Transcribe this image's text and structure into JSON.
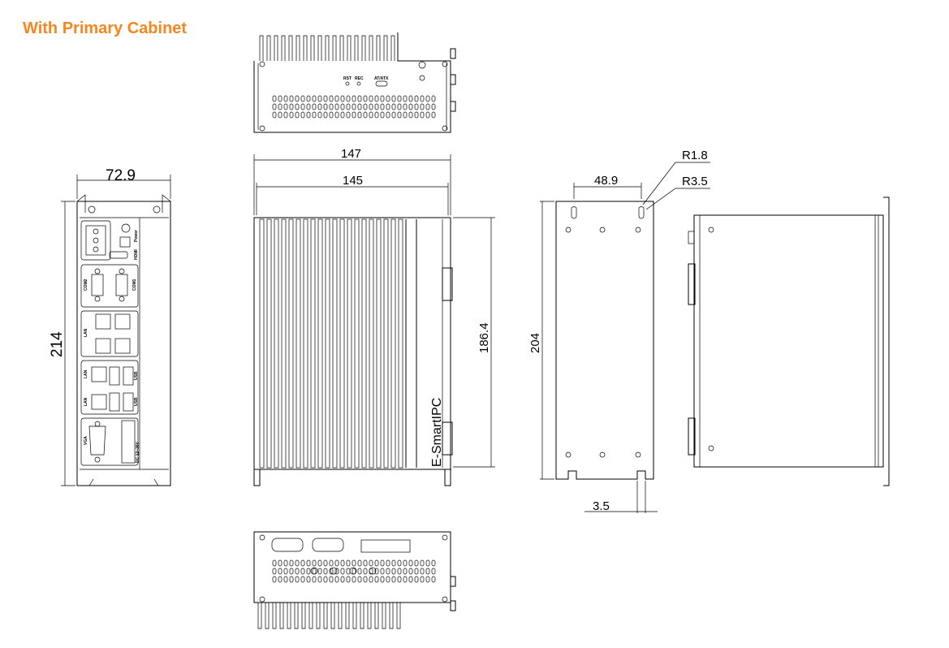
{
  "title": "With Primary Cabinet",
  "dimensions": {
    "front_width": "72.9",
    "front_height": "214",
    "side_total_length": "147",
    "side_body_length": "145",
    "side_height": "186.4",
    "plate_hole_spacing": "48.9",
    "plate_height": "204",
    "radius_small": "R1.8",
    "radius_large": "R3.5",
    "slot_offset": "3.5"
  },
  "top_panel_labels": {
    "rst": "RST",
    "rec": "REC",
    "at_atx": "AT/ATX"
  },
  "front_panel_labels": {
    "power": "Power",
    "hdmi": "HDMI",
    "com2": "COM2",
    "com1": "COM1",
    "lan": "LAN",
    "usb": "USB",
    "vga": "VGA",
    "dc": "DC 12~36V"
  },
  "brand": "E-SmartIPC",
  "colors": {
    "title": "#f7861e",
    "line": "#000000"
  }
}
